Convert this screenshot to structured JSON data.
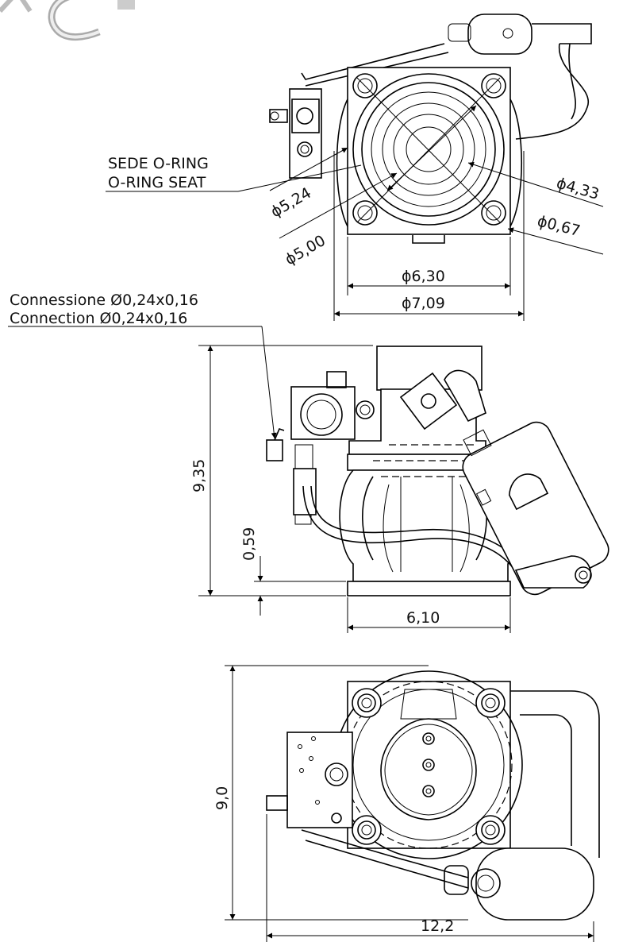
{
  "logo": {
    "text": "AC"
  },
  "top_view": {
    "label_it": "SEDE O-RING",
    "label_en": "O-RING SEAT",
    "dims": {
      "d524": "ϕ5,24",
      "d500": "ϕ5,00",
      "d433": "ϕ4,33",
      "d067": "ϕ0,67",
      "d630": "ϕ6,30",
      "d709": "ϕ7,09"
    }
  },
  "side_view": {
    "label_it": "Connessione Ø0,24x0,16",
    "label_en": "Connection Ø0,24x0,16",
    "dims": {
      "height": "9,35",
      "base": "0,59",
      "width": "6,10"
    }
  },
  "bottom_view": {
    "dims": {
      "height": "9,0",
      "width": "12,2"
    }
  }
}
